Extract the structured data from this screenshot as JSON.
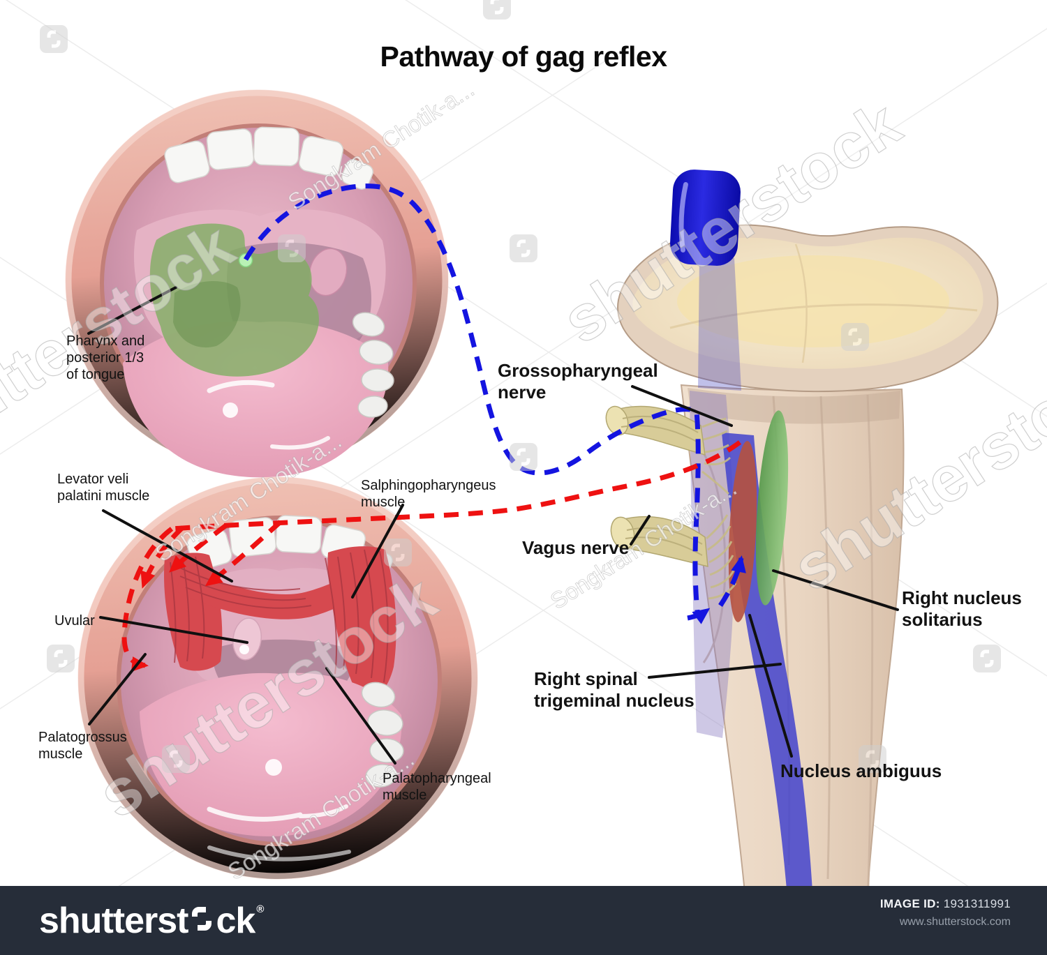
{
  "title": "Pathway of gag reflex",
  "labels": {
    "pharynx": "Pharynx and\nposterior 1/3\nof tongue",
    "levator": "Levator veli\npalatini muscle",
    "salphingopharyngeus": "Salphingopharyngeus\nmuscle",
    "uvular": "Uvular",
    "palatogrossus": "Palatogrossus\nmuscle",
    "palatopharyngeal": "Palatopharyngeal\nmuscle",
    "glossopharyngeal": "Grossopharyngeal\nnerve",
    "vagus": "Vagus nerve",
    "nucleus_solitarius": "Right nucleus\nsolitarius",
    "spinal_trigeminal": "Right spinal\ntrigeminal nucleus",
    "nucleus_ambiguus": "Nucleus ambiguus"
  },
  "watermarks": {
    "brand": "shutterstock",
    "contributor": "Songkram Chotik-a..."
  },
  "footer": {
    "logo_pre": "shutterst",
    "logo_post": "ck",
    "registered": "®",
    "image_id_label": "IMAGE ID:",
    "image_id": "1931311991",
    "website": "www.shutterstock.com"
  },
  "colors": {
    "afferent_path_blue": "#1414e0",
    "efferent_path_red": "#ee1111",
    "highlight_green": "#7fae63",
    "nucleus_green": "#6aa85c",
    "nucleus_red": "#b5513f",
    "probe_blue": "#1616c8",
    "footer_bg": "#262d39"
  }
}
